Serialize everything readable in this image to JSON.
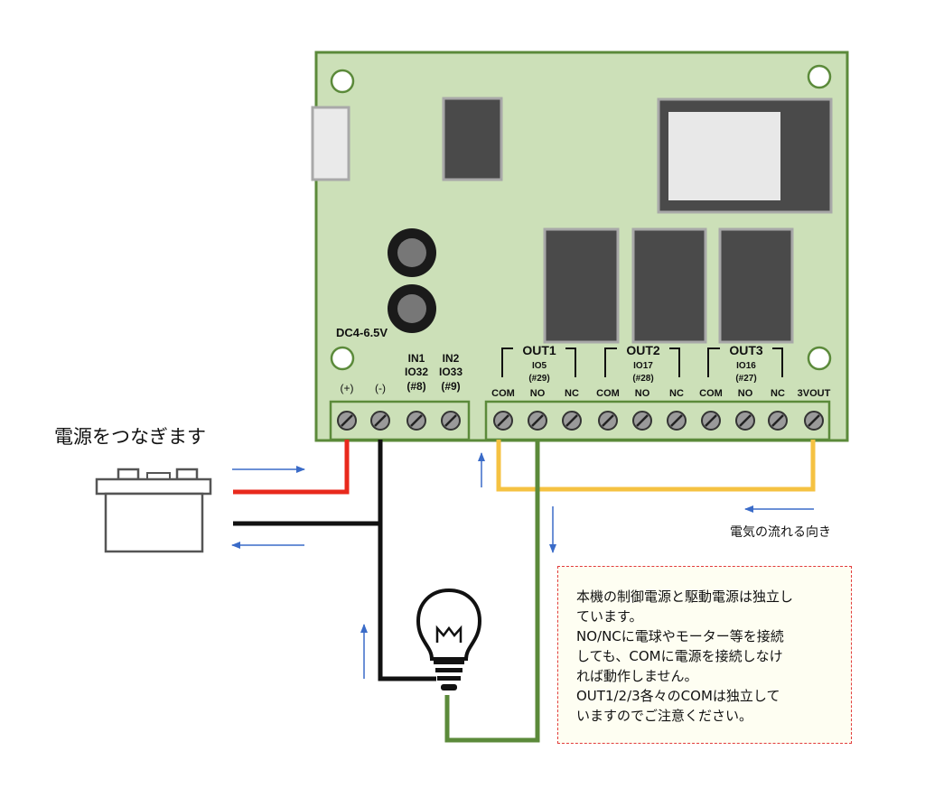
{
  "board": {
    "power_label": "DC4-6.5V",
    "terminals_left": [
      {
        "lines": [
          "(+)"
        ]
      },
      {
        "lines": [
          "(-)"
        ]
      },
      {
        "lines": [
          "IN1",
          "IO32",
          "(#8)"
        ]
      },
      {
        "lines": [
          "IN2",
          "IO33",
          "(#9)"
        ]
      }
    ],
    "relays": [
      {
        "name": "OUT1",
        "io": "IO5",
        "pin": "(#29)"
      },
      {
        "name": "OUT2",
        "io": "IO17",
        "pin": "(#28)"
      },
      {
        "name": "OUT3",
        "io": "IO16",
        "pin": "(#27)"
      }
    ],
    "terminals_right": [
      "COM",
      "NO",
      "NC",
      "COM",
      "NO",
      "NC",
      "COM",
      "NO",
      "NC",
      "3VOUT"
    ]
  },
  "labels": {
    "power_connect": "電源をつなぎます",
    "current_direction": "電気の流れる向き"
  },
  "note": {
    "lines": [
      "本機の制御電源と駆動電源は独立し",
      "ています。",
      "NO/NCに電球やモーター等を接続",
      "しても、COMに電源を接続しなけ",
      "れば動作しません。",
      "OUT1/2/3各々のCOMは独立して",
      "いますのでご注意ください。"
    ]
  },
  "colors": {
    "board": "#cce0b8",
    "board_border": "#5b8a3a",
    "red_wire": "#e8291c",
    "black_wire": "#111111",
    "green_wire": "#5b8a3a",
    "yellow_wire": "#f5c242",
    "arrow": "#3a6bc8"
  }
}
